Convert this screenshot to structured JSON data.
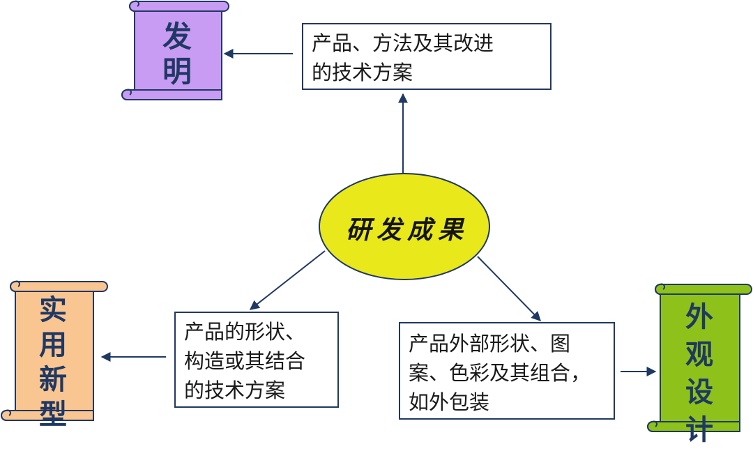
{
  "center": {
    "label": "研发成果",
    "fill": "#e8e81a"
  },
  "invention": {
    "label_chars": [
      "发",
      "明"
    ],
    "scroll_color": "#c99cf3",
    "description_lines": [
      "产品、方法及其改进",
      "的技术方案"
    ]
  },
  "utility_model": {
    "label_chars": [
      "实",
      "用",
      "新",
      "型"
    ],
    "scroll_color": "#f9c692",
    "description_lines": [
      "产品的形状、",
      "构造或其结合",
      "的技术方案"
    ]
  },
  "design": {
    "label_chars": [
      "外",
      "观",
      "设",
      "计"
    ],
    "scroll_color": "#8ec21a",
    "description_lines": [
      "产品外部形状、图",
      "案、色彩及其组合，",
      "如外包装"
    ]
  },
  "colors": {
    "line": "#1f3864"
  }
}
